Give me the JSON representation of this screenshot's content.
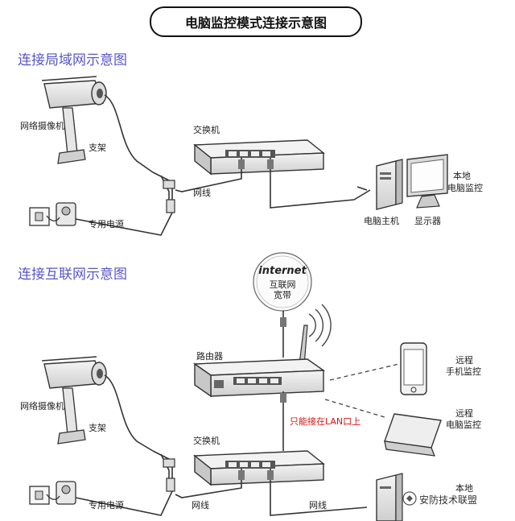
{
  "title": "电脑监控模式连接示意图",
  "lan": {
    "section_title": "连接局域网示意图",
    "camera_label": "网络摄像机",
    "bracket_label": "支架",
    "power_label": "专用电源",
    "switch_label": "交换机",
    "cable_label": "网线",
    "local_monitor_line1": "本地",
    "local_monitor_line2": "电脑监控",
    "host_label": "电脑主机",
    "display_label": "显示器"
  },
  "internet": {
    "section_title": "连接互联网示意图",
    "globe_word": "internet",
    "globe_line1": "互联网",
    "globe_line2": "宽带",
    "router_label": "路由器",
    "lan_note": "只能接在LAN口上",
    "phone_line1": "远程",
    "phone_line2": "手机监控",
    "pc_line1": "远程",
    "pc_line2": "电脑监控",
    "camera_label": "网络摄像机",
    "bracket_label": "支架",
    "switch_label": "交换机",
    "power_label": "专用电源",
    "cable_label": "网线",
    "local_label": "本地"
  },
  "watermark": "安防技术联盟",
  "colors": {
    "section_title": "#5a55c8",
    "note_red": "#dd1111",
    "line": "#333333"
  }
}
